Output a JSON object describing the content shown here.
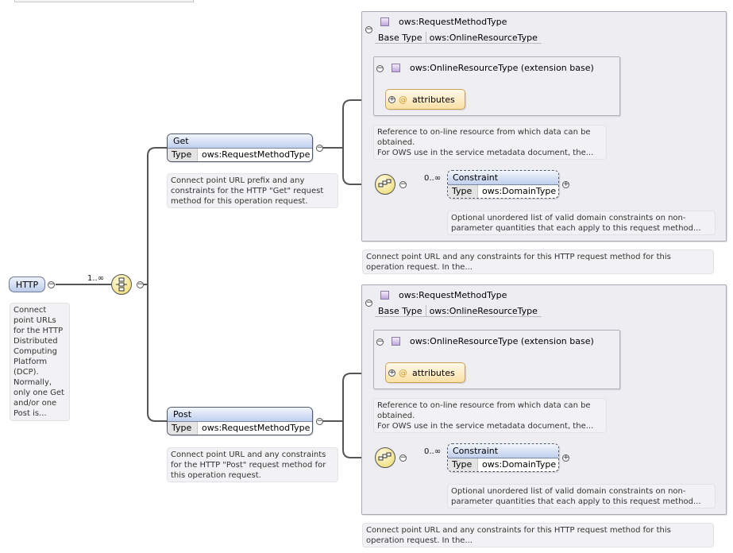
{
  "root": {
    "name": "HTTP",
    "doc": "Connect point URLs for the HTTP Distributed Computing Platform (DCP). Normally, only one Get and/or one Post is...",
    "occurrence": "1..∞",
    "compositor_icon": "choice-compositor-icon"
  },
  "get": {
    "name": "Get",
    "type_label": "Type",
    "type_value": "ows:RequestMethodType",
    "doc": "Connect point URL prefix and any constraints for the HTTP \"Get\" request method for this operation request."
  },
  "post": {
    "name": "Post",
    "type_label": "Type",
    "type_value": "ows:RequestMethodType",
    "doc": "Connect point URL and any constraints for the HTTP \"Post\" request method for this operation request."
  },
  "method_type": {
    "title": "ows:RequestMethodType",
    "base_label": "Base Type",
    "base_value": "ows:OnlineResourceType",
    "extension_title": "ows:OnlineResourceType (extension base)",
    "attributes_label": "attributes",
    "extension_doc": "Reference to on-line resource from which data can be obtained.\nFor OWS use in the service metadata document, the...",
    "constraint_occurrence": "0..∞",
    "constraint_name": "Constraint",
    "constraint_type_label": "Type",
    "constraint_type_value": "ows:DomainType",
    "constraint_doc": "Optional unordered list of valid domain constraints on non-parameter quantities that each apply to this request method...",
    "type_doc": "Connect point URL and any constraints for this HTTP request method for this operation request. In the...",
    "sequence_icon": "sequence-compositor-icon"
  },
  "colors": {
    "element_header": "#bfcfee",
    "complex_type_bg": "#eeeef2",
    "attributes_bg": "#fbe1a6",
    "compositor": "#f2e28a",
    "doc_bg": "#f2f2f4"
  }
}
